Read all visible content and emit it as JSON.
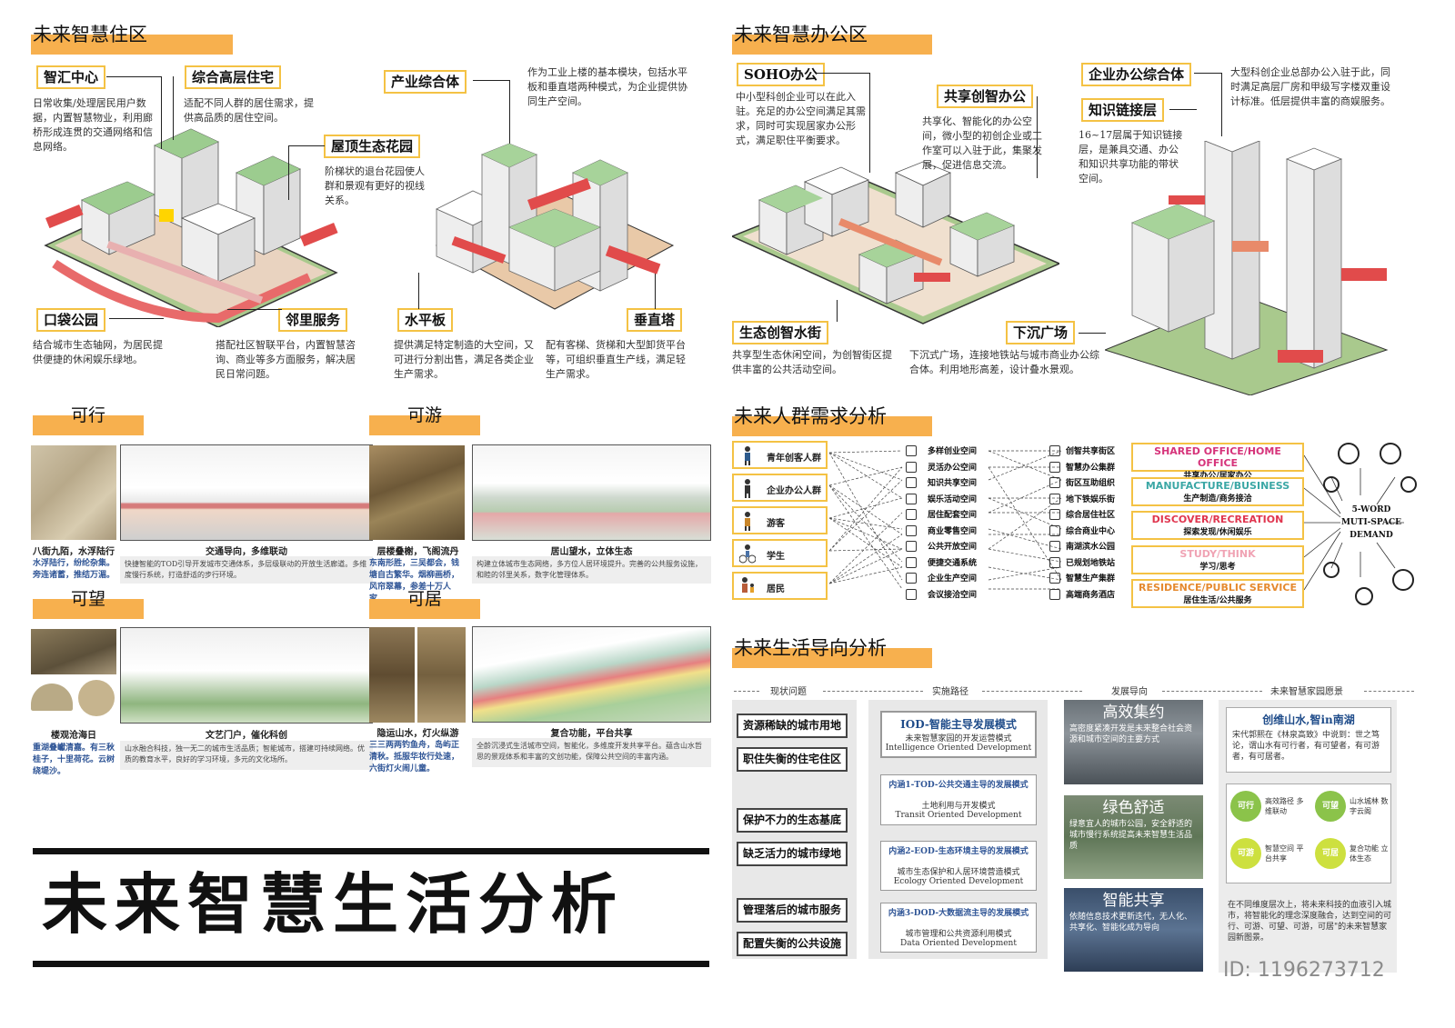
{
  "residential": {
    "title": "未来智慧住区",
    "tags": {
      "zhihui": "智汇中心",
      "gaoceng": "综合高层住宅",
      "huayuan": "屋顶生态花园",
      "kouDai": "口袋公园",
      "linli": "邻里服务",
      "chanye": "产业综合体",
      "shuiping": "水平板",
      "chuizhi": "垂直塔"
    },
    "texts": {
      "zhihui": "日常收集/处理居民用户数据，内置智慧物业，利用廊桥形成连贯的交通网络和信息网络。",
      "gaoceng": "适配不同人群的居住需求，提供高品质的居住空间。",
      "huayuan": "阶梯状的退台花园使人群和景观有更好的视线关系。",
      "kouDai": "结合城市生态轴网，为居民提供便捷的休闲娱乐绿地。",
      "linli": "搭配社区智联平台，内置智慧咨询、商业等多方面服务，解决居民日常问题。",
      "chanye": "作为工业上楼的基本模块，包括水平板和垂直塔两种模式，为企业提供协同生产空间。",
      "shuiping": "提供满足特定制造的大空间，又可进行分割出售，满足各类企业生产需求。",
      "chuizhi": "配有客梯、货梯和大型卸货平台等，可组织垂直生产线，满足轻生产需求。"
    }
  },
  "office": {
    "title": "未来智慧办公区",
    "tags": {
      "soho": "SOHO办公",
      "gongxiang": "共享创智办公",
      "qiye": "企业办公综合体",
      "zhishi": "知识链接层",
      "shengtai": "生态创智水街",
      "xiachen": "下沉广场"
    },
    "texts": {
      "soho": "中小型科创企业可以在此入驻。充足的办公空间满足其需求，同时可实现居家办公形式，满足职住平衡要求。",
      "gongxiang": "共享化、智能化的办公空间，微小型的初创企业或工作室可以入驻于此，集聚发展，促进信息交流。",
      "qiye": "大型科创企业总部办公入驻于此，同时满足高层厂房和甲级写字楼双重设计标准。低层提供丰富的商娱服务。",
      "zhishi": "16~17层属于知识链接层，是兼具交通、办公和知识共享功能的带状空间。",
      "shengtai": "共享型生态休闲空间，为创智街区提供丰富的公共活动空间。",
      "xiachen": "下沉式广场，连接地铁站与城市商业办公综合体。利用地形高差，设计叠水景观。"
    }
  },
  "four": {
    "kexing": {
      "title": "可行",
      "cap_left": "八街九陌，水浮陆行",
      "cap_right": "交通导向，多维联动",
      "blue": "水浮陆行，纷纶杂集。旁连诸蓄，推结万湄。",
      "grey": "快捷智能的TOD引导开发城市交通体系，多层级联动的开放生活廊道。多维度慢行系统，打造舒适的步行环境。"
    },
    "keyou": {
      "title": "可游",
      "cap_left": "层楼叠榭，飞阁流丹",
      "cap_right": "居山望水，立体生态",
      "blue": "东南形胜，三吴都会，钱塘自古繁华。烟柳画桥，风帘翠幕，参差十万人家。",
      "grey": "构建立体城市生态网络，多方位人居环境提升。完善的公共服务设施，和睦的邻里关系，数字化管理体系。"
    },
    "kewang": {
      "title": "可望",
      "cap_left": "楼观沧海日",
      "cap_right": "文艺门户，催化科创",
      "blue": "重湖叠巘清嘉。有三秋桂子，十里荷花。云树绕堤沙。",
      "grey": "山水融合科技，独一无二的城市生活品质；智能城市，搭建可持续网络。优质的教育水平，良好的学习环境，多元的文化场所。"
    },
    "keju": {
      "title": "可居",
      "cap_left": "隐运山水，灯火纵游",
      "cap_right": "复合功能，平台共享",
      "blue": "三三两两钓鱼舟，岛屿正清秋。抵服华妆行处速，六街灯火闹儿童。",
      "grey": "全龄沉浸式生活城市空间，智能化，多维度开发共享平台。蕴含山水哲思的景观体系和丰富的文创功能，保障公共空间的丰富内涵。"
    }
  },
  "demand": {
    "title": "未来人群需求分析",
    "crowds": [
      "青年创客人群",
      "企业办公人群",
      "游客",
      "学生",
      "居民"
    ],
    "spaces_left": [
      "多样创业空间",
      "灵活办公空间",
      "知识共享空间",
      "娱乐活动空间",
      "居住配套空间",
      "商业零售空间",
      "公共开放空间",
      "便捷交通系统",
      "企业生产空间",
      "会议接洽空间"
    ],
    "spaces_right": [
      "创智共享街区",
      "智慧办公集群",
      "街区互助组织",
      "地下铁娱乐街",
      "综合居住社区",
      "综合商业中心",
      "南湖滨水公园",
      "已规划地铁站",
      "智慧生产集群",
      "高端商务酒店"
    ],
    "demands": [
      {
        "en": "SHARED OFFICE/HOME OFFICE",
        "cn": "共享办公/居家办公",
        "color": "#d6337a"
      },
      {
        "en": "MANUFACTURE/BUSINESS",
        "cn": "生产制造/商务接洽",
        "color": "#3ba7a5"
      },
      {
        "en": "DISCOVER/RECREATION",
        "cn": "探索发现/休闲娱乐",
        "color": "#e0364f"
      },
      {
        "en": "STUDY/THINK",
        "cn": "学习/思考",
        "color": "#f0a3b4"
      },
      {
        "en": "RESIDENCE/PUBLIC SERVICE",
        "cn": "居住生活/公共服务",
        "color": "#e58a2f"
      }
    ],
    "center_label": "5-WORD MUTI-SPACE DEMAND"
  },
  "life": {
    "title": "未来生活导向分析",
    "cols": [
      "现状问题",
      "实施路径",
      "发展导向",
      "未来智慧家园愿景"
    ],
    "issues": [
      "资源稀缺的城市用地",
      "职住失衡的住宅住区",
      "保护不力的生态基底",
      "缺乏活力的城市绿地",
      "管理落后的城市服务",
      "配置失衡的公共设施"
    ],
    "iod": {
      "title": "IOD-智能主导发展模式",
      "l1": "未来智慧家园的开发运营模式",
      "l2": "Intelligence Oriented Development"
    },
    "tod": {
      "title": "内涵1-TOD-公共交通主导的发展模式",
      "l1": "土地利用与开发模式",
      "l2": "Transit Oriented Development"
    },
    "eod": {
      "title": "内涵2-EOD-生态环境主导的发展模式",
      "l1": "城市生态保护和人居环境营造模式",
      "l2": "Ecology Oriented Development"
    },
    "dod": {
      "title": "内涵3-DOD-大数据流主导的发展模式",
      "l1": "城市管理和公共资源利用模式",
      "l2": "Data Oriented Development"
    },
    "photos": [
      {
        "h": "高效集约",
        "t": "高密度紧凑开发是未来整合社会资源和城市空间的主要方式"
      },
      {
        "h": "绿色舒适",
        "t": "绿意宜人的城市公园，安全舒适的城市慢行系统提高未来智慧生活品质"
      },
      {
        "h": "智能共享",
        "t": "依随信息技术更新迭代，无人化、共享化、智能化成为导向"
      }
    ],
    "vision": {
      "title": "创维山水,智in南湖",
      "text": "宋代郭熙在《林泉高致》中说到：世之笃论，谓山水有可行者，有可望者，有可游者，有可居者。",
      "items": [
        {
          "badge": "可行",
          "t": "高效路径 多维联动"
        },
        {
          "badge": "可望",
          "t": "山水城林 数字云阁"
        },
        {
          "badge": "可游",
          "t": "智慧空间 平台共享"
        },
        {
          "badge": "可居",
          "t": "复合功能 立体生态"
        }
      ],
      "bottom": "在不同维度层次上，将未来科技的血液引入城市，将智能化的理念深度融合，达到空间的可行、可游、可望、可游，可居\"的未来智慧家园新图景。"
    }
  },
  "big_title": "未来智慧生活分析",
  "watermark_id": "ID: 1196273712"
}
